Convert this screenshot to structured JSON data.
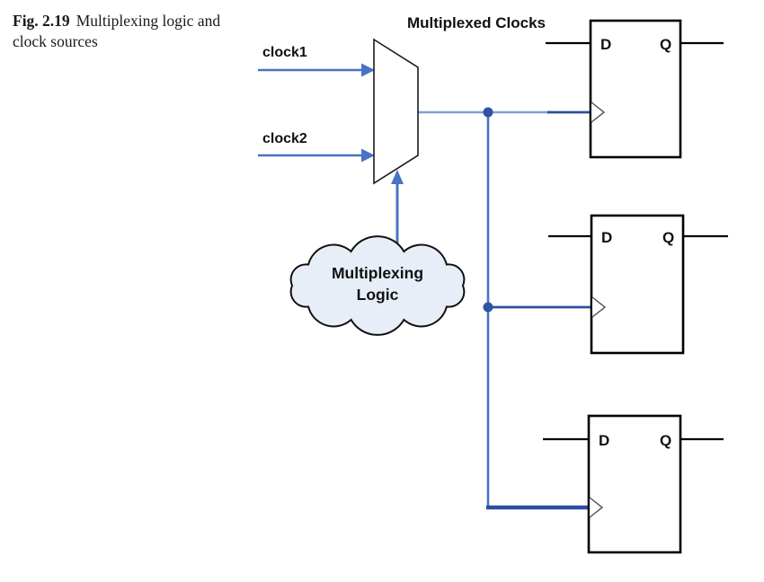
{
  "caption": {
    "fig_label": "Fig. 2.19",
    "text": "Multiplexing logic and clock sources"
  },
  "diagram": {
    "title": "Multiplexed Clocks",
    "inputs": [
      {
        "label": "clock1"
      },
      {
        "label": "clock2"
      }
    ],
    "cloud": {
      "line1": "Multiplexing",
      "line2": "Logic"
    },
    "flipflops": [
      {
        "d": "D",
        "q": "Q"
      },
      {
        "d": "D",
        "q": "Q"
      },
      {
        "d": "D",
        "q": "Q"
      }
    ],
    "colors": {
      "wire_blue": "#4a72c4",
      "wire_blue_light": "#7f9fd4",
      "wire_blue_dark": "#2b50a0",
      "junction_blue": "#2e54a4",
      "cloud_fill": "#e8eef8",
      "outline_black": "#000000"
    }
  }
}
